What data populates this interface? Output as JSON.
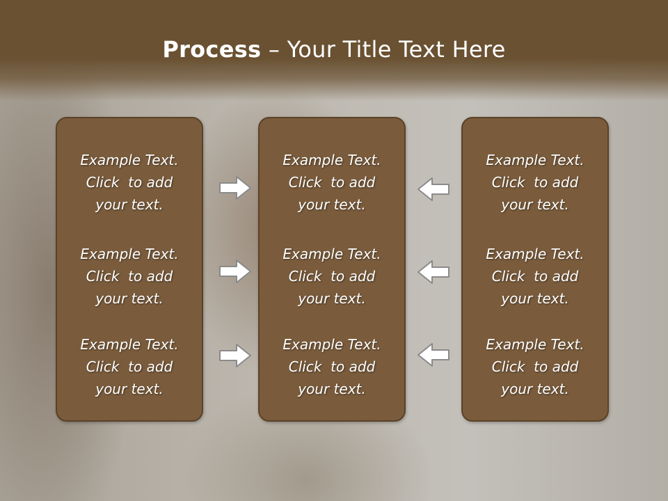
{
  "slide": {
    "title_bold": "Process",
    "title_rest": " – Your Title Text Here"
  },
  "columns": [
    {
      "items": [
        {
          "line1": "Example Text.",
          "line2": "Click  to add",
          "line3": "your text."
        },
        {
          "line1": "Example Text.",
          "line2": "Click  to add",
          "line3": "your text."
        },
        {
          "line1": "Example Text.",
          "line2": "Click  to add",
          "line3": "your text."
        }
      ]
    },
    {
      "items": [
        {
          "line1": "Example Text.",
          "line2": "Click  to add",
          "line3": "your text."
        },
        {
          "line1": "Example Text.",
          "line2": "Click  to add",
          "line3": "your text."
        },
        {
          "line1": "Example Text.",
          "line2": "Click  to add",
          "line3": "your text."
        }
      ]
    },
    {
      "items": [
        {
          "line1": "Example Text.",
          "line2": "Click  to add",
          "line3": "your text."
        },
        {
          "line1": "Example Text.",
          "line2": "Click  to add",
          "line3": "your text."
        },
        {
          "line1": "Example Text.",
          "line2": "Click  to add",
          "line3": "your text."
        }
      ]
    }
  ],
  "arrows": {
    "left_group": "arrow-right-icon",
    "right_group": "arrow-left-icon"
  },
  "colors": {
    "header": "#6a5132",
    "panel_fill": "#7a5c3c",
    "panel_border": "#5a4127",
    "text": "#ffffff"
  }
}
